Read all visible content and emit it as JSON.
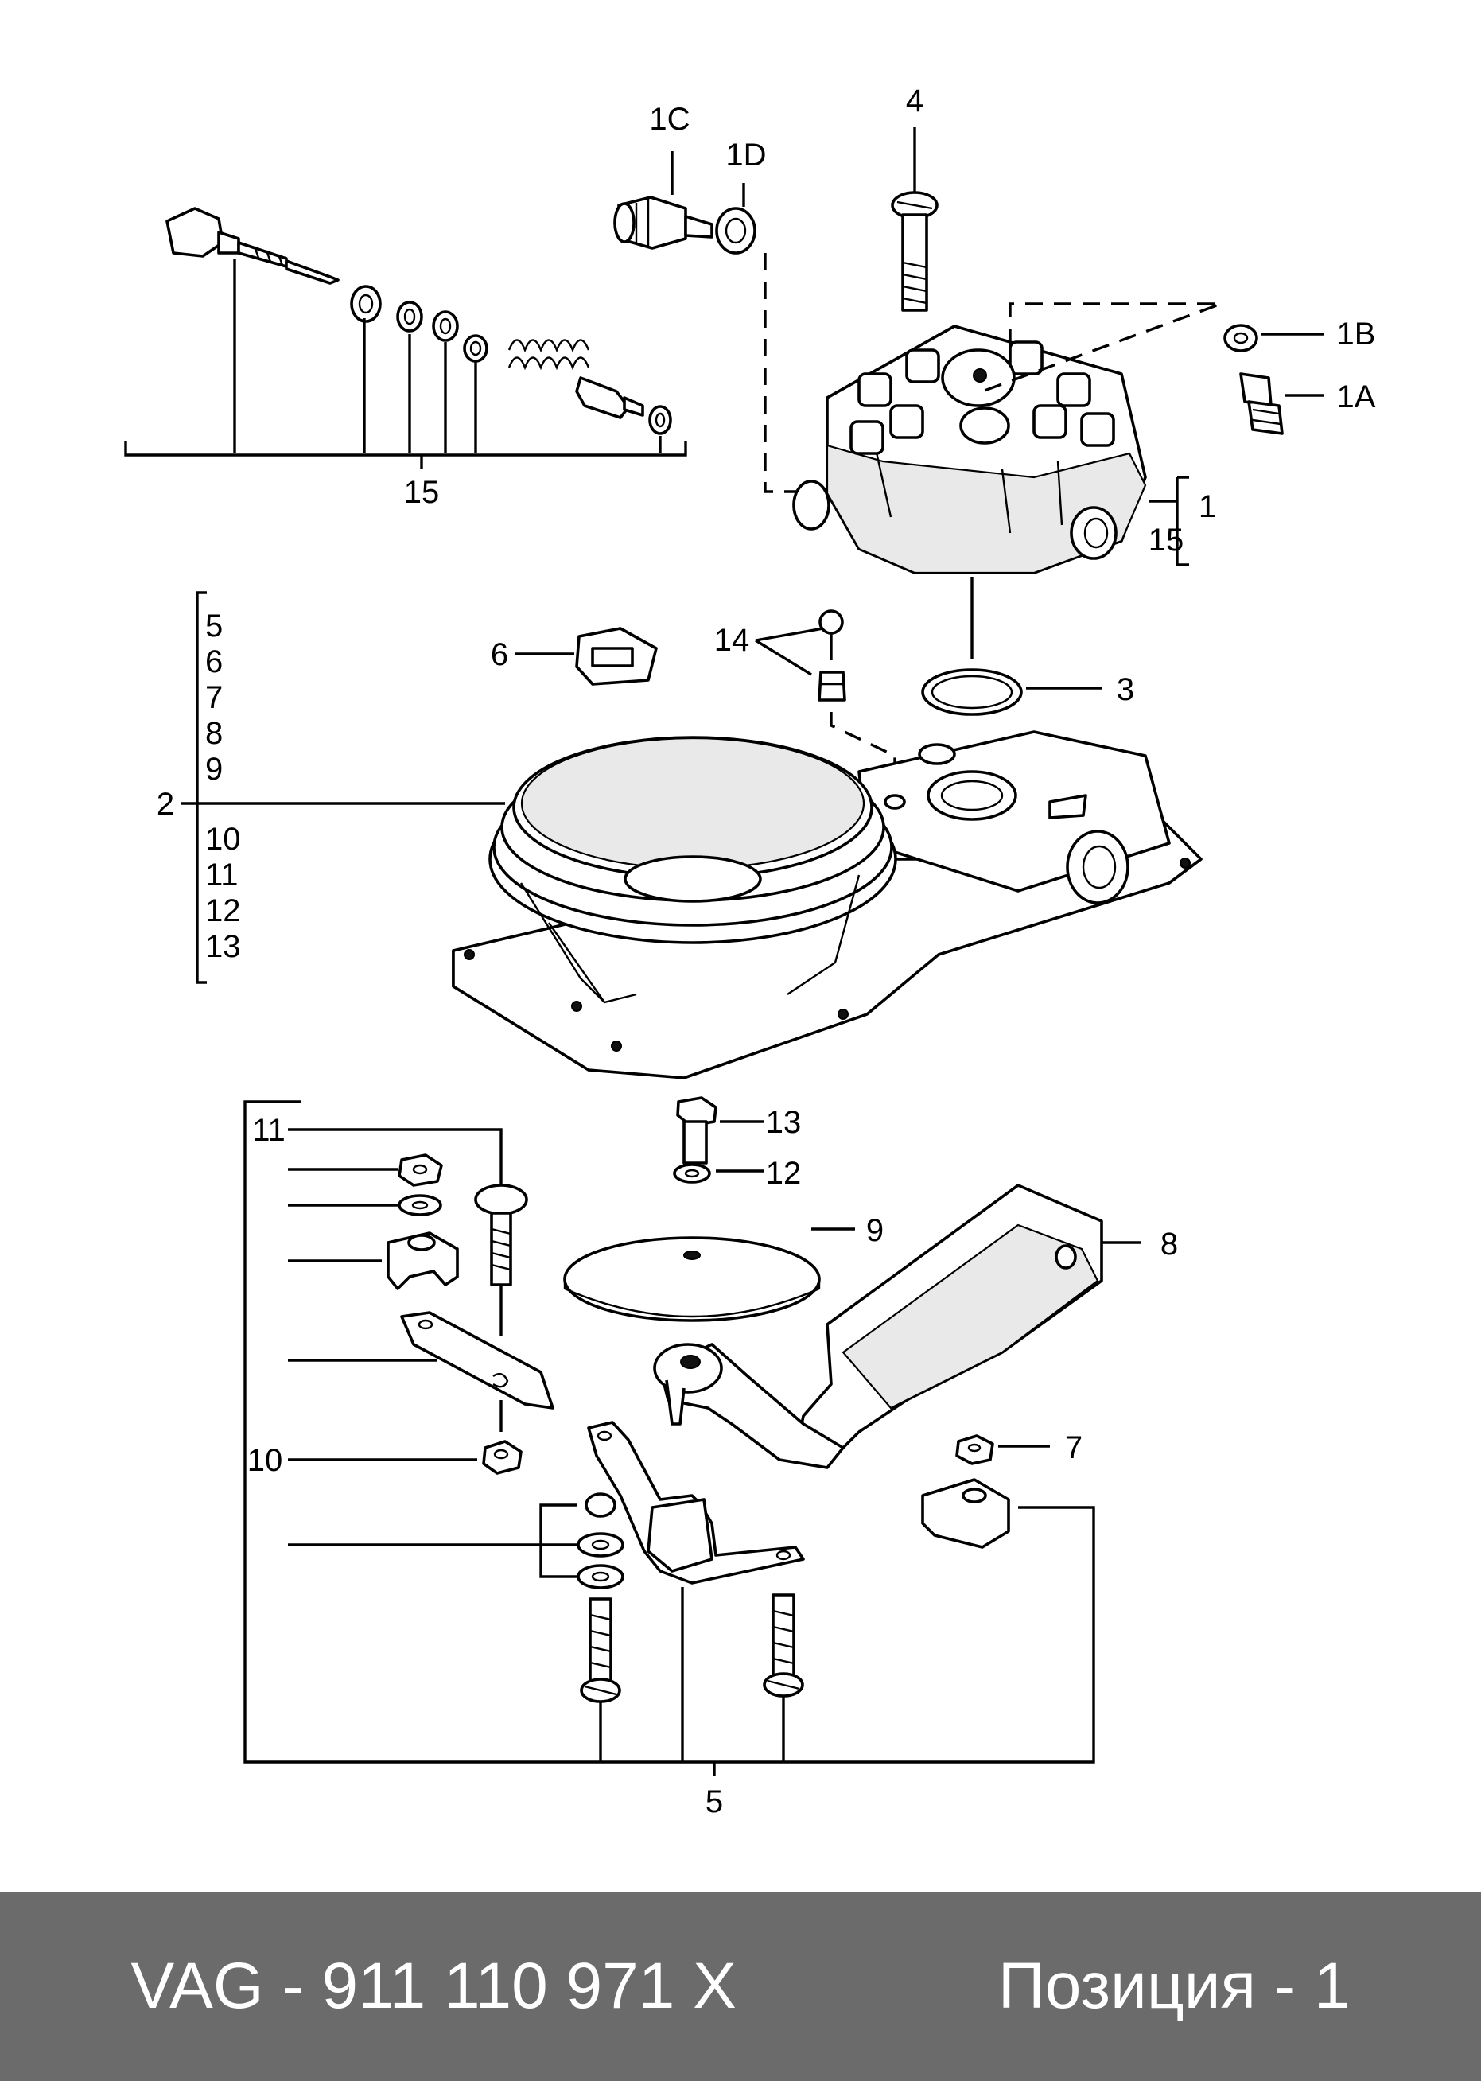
{
  "callouts": {
    "c1A": "1A",
    "c1B": "1B",
    "c1C": "1C",
    "c1D": "1D",
    "c1": "1",
    "c15_right": "15",
    "c15_top": "15",
    "c2": "2",
    "c3": "3",
    "c4": "4",
    "c5_list": "5",
    "c6_list": "6",
    "c7_list": "7",
    "c8_list": "8",
    "c9_list": "9",
    "c10_list": "10",
    "c11_list": "11",
    "c12_list": "12",
    "c13_list": "13",
    "c6": "6",
    "c14": "14",
    "c13": "13",
    "c12": "12",
    "c9": "9",
    "c8": "8",
    "c11": "11",
    "c10": "10",
    "c7": "7",
    "c5": "5"
  },
  "footer": {
    "part_number": "VAG - 911 110 971 X",
    "position": "Позиция - 1"
  }
}
